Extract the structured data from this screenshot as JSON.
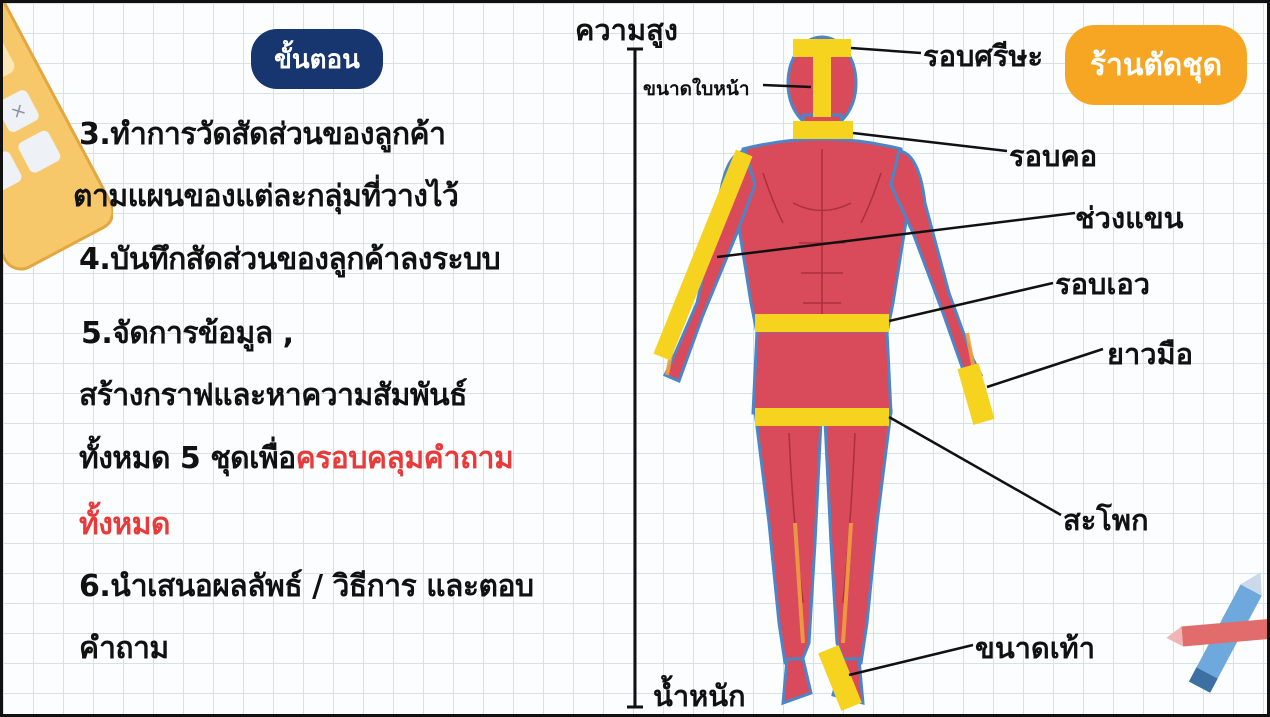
{
  "header": {
    "steps_title": "ขั้นตอน",
    "shop_badge": "ร้านตัดชุด"
  },
  "steps": {
    "s3_line1": "3.ทำการวัดสัดส่วนของลูกค้า",
    "s3_line2": "ตามแผนของแต่ละกลุ่มที่วางไว้",
    "s4": "4.บันทึกสัดส่วนของลูกค้าลงระบบ",
    "s5_line1": "5.จัดการข้อมูล ,",
    "s5_line2": "สร้างกราฟและหาความสัมพันธ์",
    "s5_line3_plain": "ทั้งหมด 5 ชุดเพื่อ",
    "s5_line3_highlight": "ครอบคลุมคำถาม",
    "s5_line4_highlight": "ทั้งหมด",
    "s6_line1": "6.นำเสนอผลลัพธ์ / วิธีการ และตอบ",
    "s6_line2": "คำถาม"
  },
  "diagram": {
    "height": "ความสูง",
    "weight": "น้ำหนัก",
    "face_size": "ขนาดใบหน้า",
    "head_circumference": "รอบศรีษะ",
    "neck": "รอบคอ",
    "arm_length": "ช่วงแขน",
    "waist": "รอบเอว",
    "hand_length": "ยาวมือ",
    "hip": "สะโพก",
    "foot_size": "ขนาดเท้า"
  },
  "colors": {
    "steps_pill": "#17356e",
    "shop_pill": "#f6a623",
    "highlight_text": "#e83a3a",
    "muscle": "#d94a5a",
    "measure_band": "#f5d31f",
    "skin_edge": "#4c86c8"
  },
  "icons": {
    "calculator": "calculator-icon",
    "crayons": "crayons-icon"
  }
}
